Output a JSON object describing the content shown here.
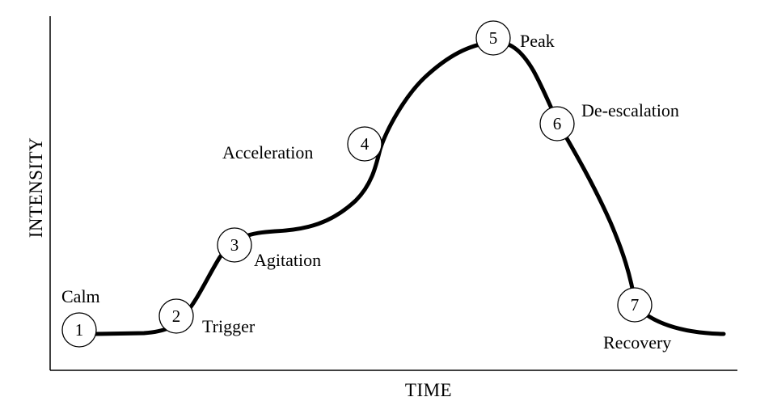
{
  "axes": {
    "x_label": "TIME",
    "y_label": "INTENSITY"
  },
  "stages": [
    {
      "number": "1",
      "label": "Calm"
    },
    {
      "number": "2",
      "label": "Trigger"
    },
    {
      "number": "3",
      "label": "Agitation"
    },
    {
      "number": "4",
      "label": "Acceleration"
    },
    {
      "number": "5",
      "label": "Peak"
    },
    {
      "number": "6",
      "label": "De-escalation"
    },
    {
      "number": "7",
      "label": "Recovery"
    }
  ],
  "colors": {
    "line": "#000000",
    "background": "#ffffff"
  }
}
